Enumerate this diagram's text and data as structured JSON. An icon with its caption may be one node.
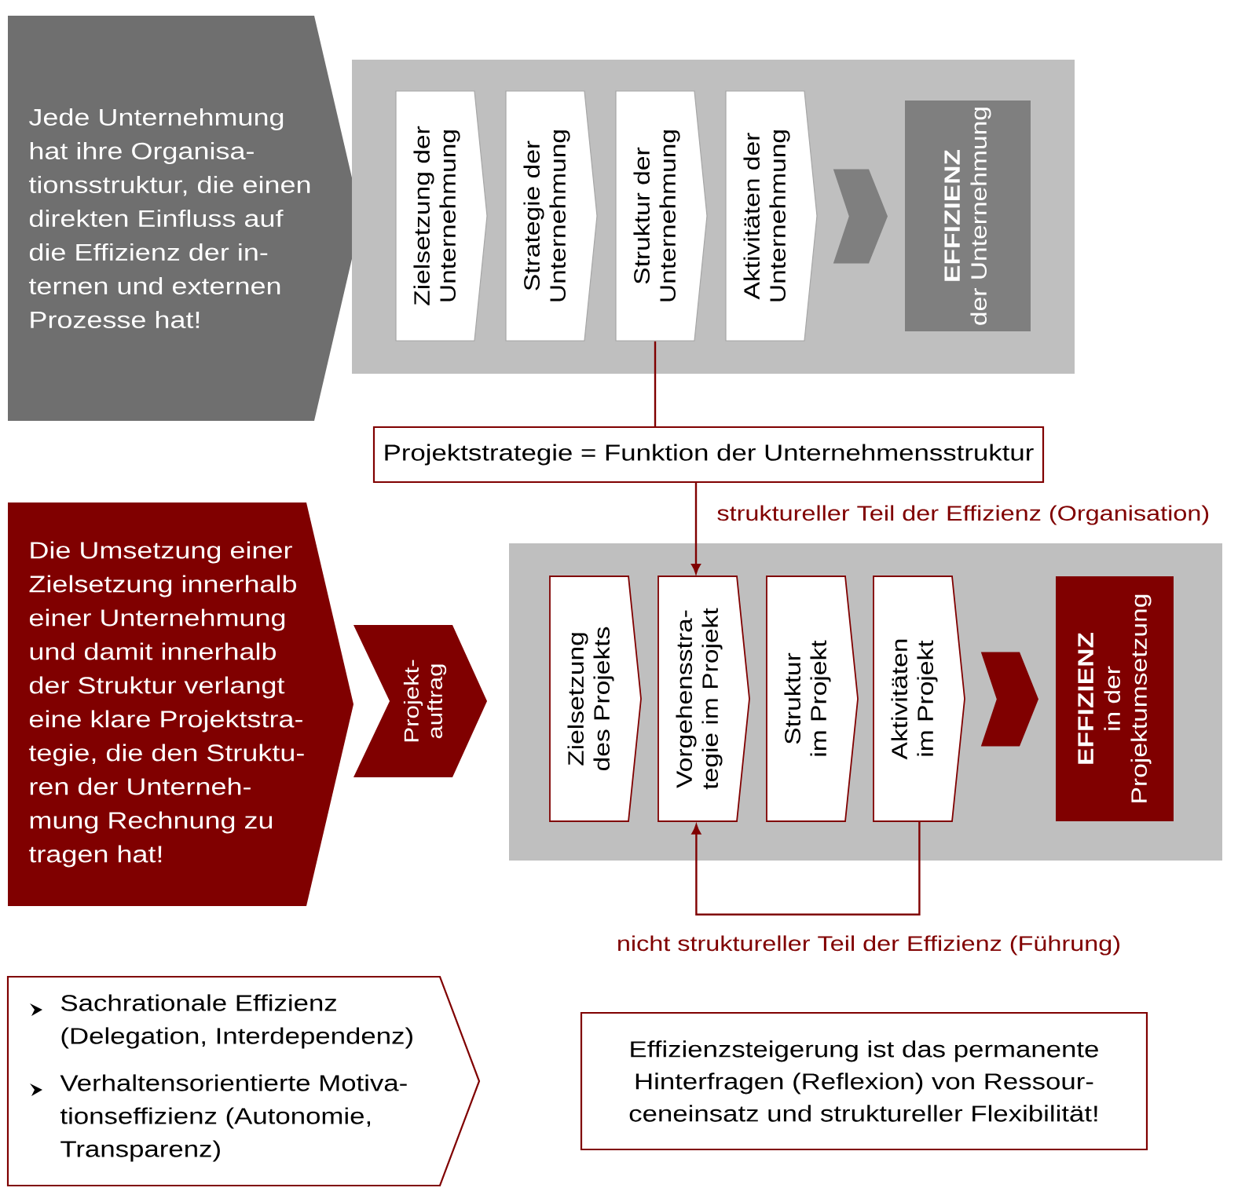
{
  "diagram": {
    "nodes": [
      {
        "text": [
          "Jede Unternehmung hat ihre Organisa- tionsstruktur, die einen direkten Einfluss auf die Effizienz der in- ternen und externen Prozesse hat!"
        ]
      },
      {
        "text": [],
        "shape": "box"
      },
      {
        "text": [
          "Zielsetzung der Unternehmung"
        ],
        "in": 1
      },
      {
        "text": [
          "Strategie der Unternehmung"
        ],
        "in": 1
      },
      {
        "text": [
          "Struktur der Unternehmung"
        ],
        "in": 1
      },
      {
        "text": [
          "Aktivitäten der Unternehmung"
        ],
        "in": 1
      },
      {
        "text": [
          "EFFIZIENZ",
          "der Unternehmung"
        ],
        "in": 1
      },
      {
        "text": [
          "Projektstrategie = Funktion der Unternehmensstruktur"
        ]
      },
      {
        "text": [
          "Die Umsetzung einer Zielsetzung innerhalb einer Unternehmung und damit innerhalb der Struktur verlangt eine klare Projektstra- tegie, die den Struktu- ren der Unterneh- mung Rechnung zu tragen hat!"
        ]
      },
      {
        "text": [
          "Projekt- auftrag"
        ]
      },
      {
        "text": [],
        "shape": "box"
      },
      {
        "text": [
          "Zielsetzung des Projekts"
        ],
        "in": 10
      },
      {
        "text": [
          "Vorgehensstra- tegie im Projekt"
        ],
        "in": 10
      },
      {
        "text": [
          "Struktur im Projekt"
        ],
        "in": 10
      },
      {
        "text": [
          "Aktivitäten im Projekt"
        ],
        "in": 10
      },
      {
        "text": [
          "EFFIZIENZ",
          "in der Projektumsetzung"
        ],
        "in": 10
      },
      {
        "text": [
          "Sachrationale Effizienz (Delegation, Interdependenz)",
          "Verhaltensorientierte Motiva- tionseffizienz (Autonomie, Transparenz)"
        ]
      },
      {
        "text": [
          "Effizienzsteigerung ist das permanente Hinterfragen (Reflexion) von Ressour- ceneinsatz und struktureller Flexibilität!"
        ]
      }
    ],
    "edges": [
      {
        "from": 5,
        "to": 6,
        "arrow": "to",
        "color": "#7f7f7f"
      },
      {
        "from": 4,
        "to": 7,
        "arrow": "none"
      },
      {
        "from": 7,
        "to": 12,
        "arrow": "to",
        "label": "struktureller Teil der Effizienz (Organisation)"
      },
      {
        "from": 14,
        "to": 15,
        "arrow": "to"
      },
      {
        "from": 14,
        "to": 12,
        "arrow": "to",
        "label": "nicht struktureller Teil der Effizienz (Führung)"
      }
    ]
  }
}
